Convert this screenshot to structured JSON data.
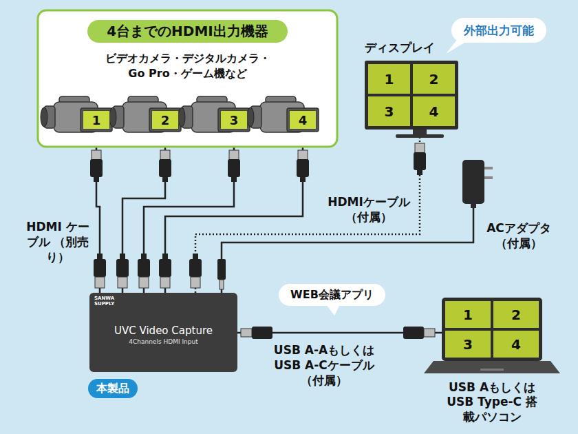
{
  "diagram": {
    "nodes": [
      {
        "text": [
          "4台までのHDMI出力機器",
          "ビデオカメラ・デジタルカメラ・ Go Pro・ゲーム機など"
        ]
      },
      {
        "text": [
          "1"
        ],
        "in": 0
      },
      {
        "text": [
          "2"
        ],
        "in": 0
      },
      {
        "text": [
          "3"
        ],
        "in": 0
      },
      {
        "text": [
          "4"
        ],
        "in": 0
      },
      {
        "text": [
          "ディスプレイ"
        ]
      },
      {
        "text": [
          "1"
        ],
        "in": 5
      },
      {
        "text": [
          "2"
        ],
        "in": 5
      },
      {
        "text": [
          "3"
        ],
        "in": 5
      },
      {
        "text": [
          "4"
        ],
        "in": 5
      },
      {
        "text": [
          "外部出力可能"
        ]
      },
      {
        "text": [
          "UVC Video Capture",
          "4Channels HDMI Input"
        ]
      },
      {
        "text": [
          "本製品"
        ]
      },
      {
        "text": [
          "ACアダプタ （付属）"
        ]
      },
      {
        "text": [
          "WEB会議アプリ"
        ]
      },
      {
        "text": [
          "USB Aもしくは USB Type-C 搭載パソコン"
        ]
      },
      {
        "text": [
          "1"
        ],
        "in": 15
      },
      {
        "text": [
          "2"
        ],
        "in": 15
      },
      {
        "text": [
          "3"
        ],
        "in": 15
      },
      {
        "text": [
          "4"
        ],
        "in": 15
      }
    ],
    "edges": [
      {
        "from": 1,
        "to": 11,
        "arrow": "none",
        "label": "HDMI ケーブル （別売り）"
      },
      {
        "from": 2,
        "to": 11,
        "arrow": "none"
      },
      {
        "from": 3,
        "to": 11,
        "arrow": "none"
      },
      {
        "from": 4,
        "to": 11,
        "arrow": "none"
      },
      {
        "from": 11,
        "to": 5,
        "arrow": "none",
        "label": "HDMIケーブル （付属）"
      },
      {
        "from": 13,
        "to": 11,
        "arrow": "none"
      },
      {
        "from": 11,
        "to": 15,
        "arrow": "none",
        "label": "USB A-Aもしくは USB A-Cケーブル （付属）"
      }
    ],
    "labels": [
      "SANWA SUPPLY"
    ]
  }
}
